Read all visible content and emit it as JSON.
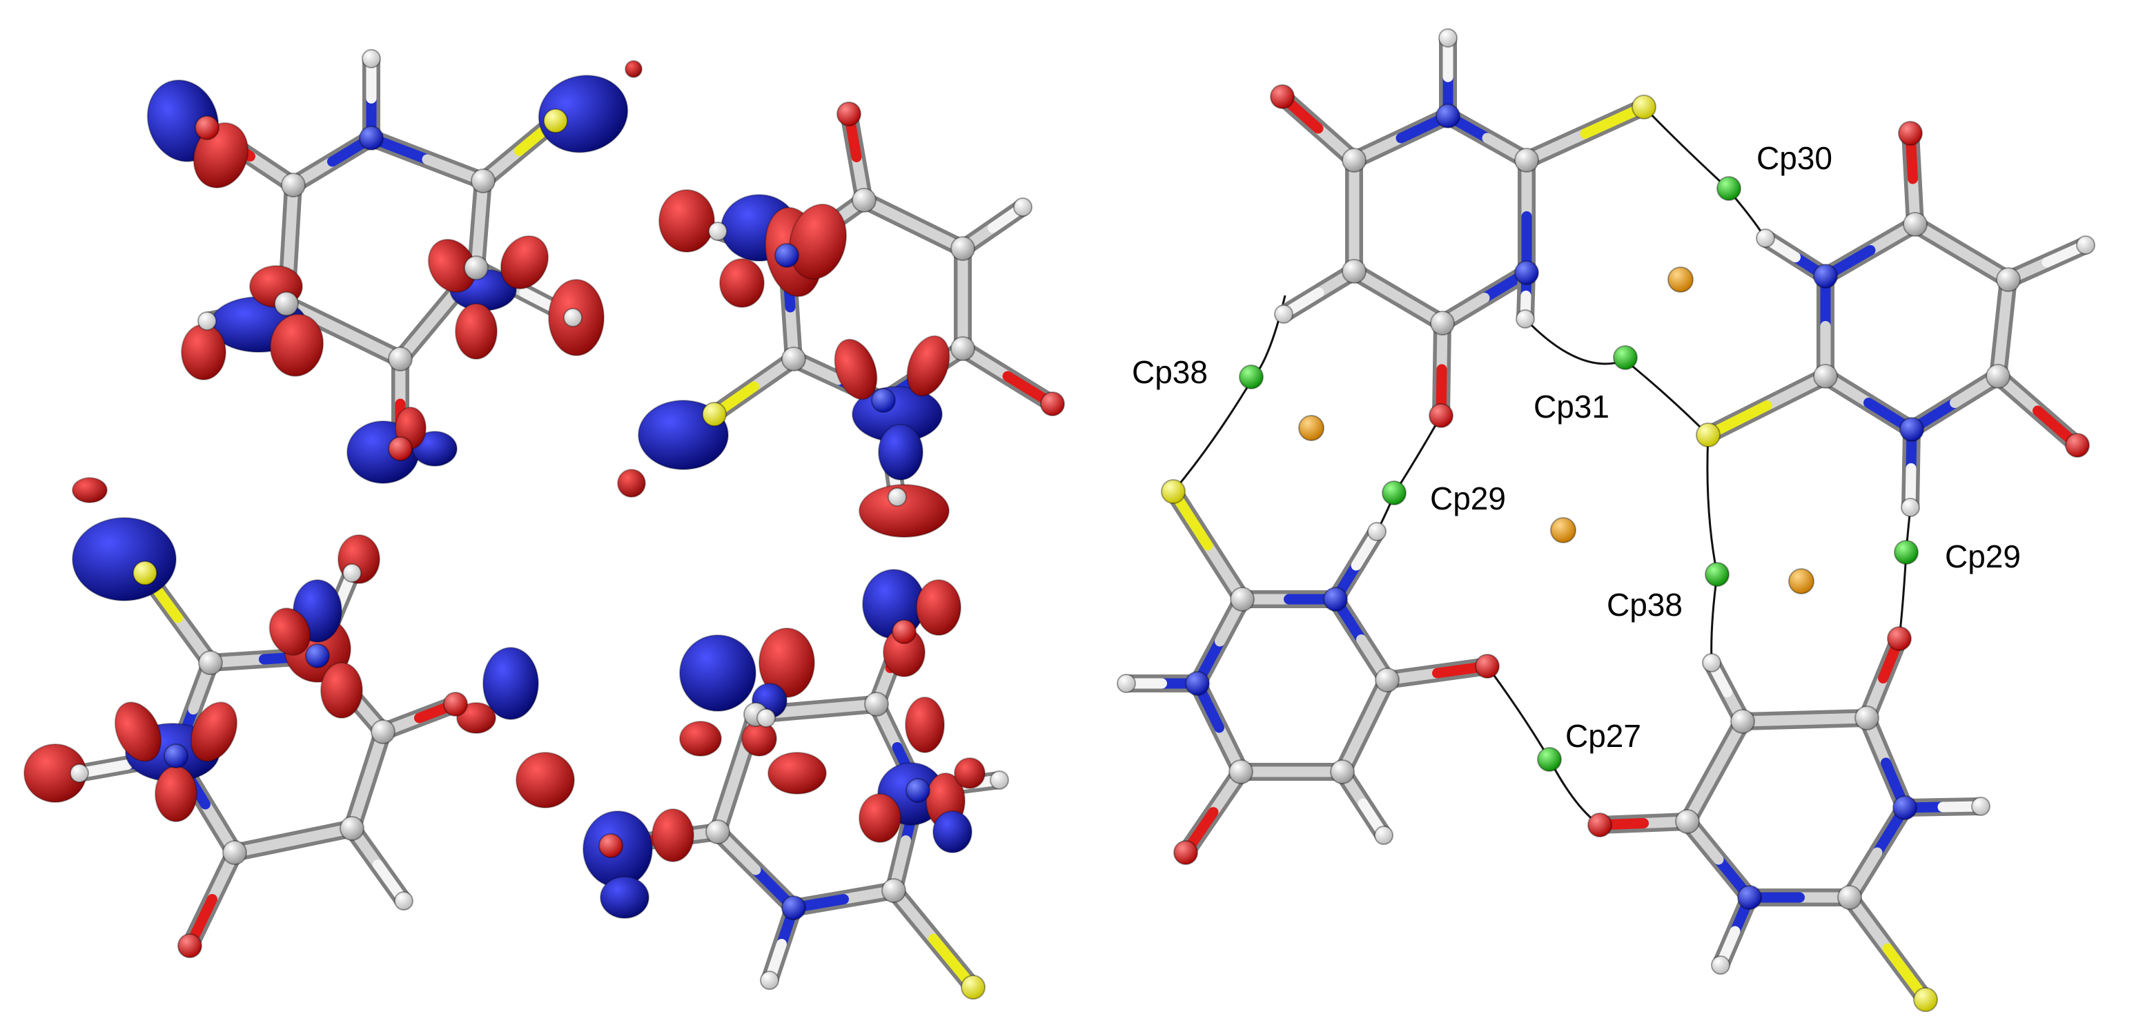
{
  "colors": {
    "carbon": "#d4d4d4",
    "hydrogen": "#f4f4f4",
    "nitrogen": "#1f2fd0",
    "oxygen": "#e11a1a",
    "sulfur": "#ecec1c",
    "bcp": "#22c51a",
    "rcp": "#e8a31a",
    "lobe_positive": "#0a12c8",
    "lobe_negative": "#e3121a"
  },
  "panels": [
    {
      "name": "orbital-isosurface-panel"
    },
    {
      "name": "qtaim-bond-path-panel"
    }
  ],
  "critical_point_labels": [
    {
      "name": "cp30",
      "text": "Cp30"
    },
    {
      "name": "cp38-upper-left",
      "text": "Cp38"
    },
    {
      "name": "cp31",
      "text": "Cp31"
    },
    {
      "name": "cp29-left",
      "text": "Cp29"
    },
    {
      "name": "cp38-center",
      "text": "Cp38"
    },
    {
      "name": "cp29-right",
      "text": "Cp29"
    },
    {
      "name": "cp27",
      "text": "Cp27"
    }
  ]
}
